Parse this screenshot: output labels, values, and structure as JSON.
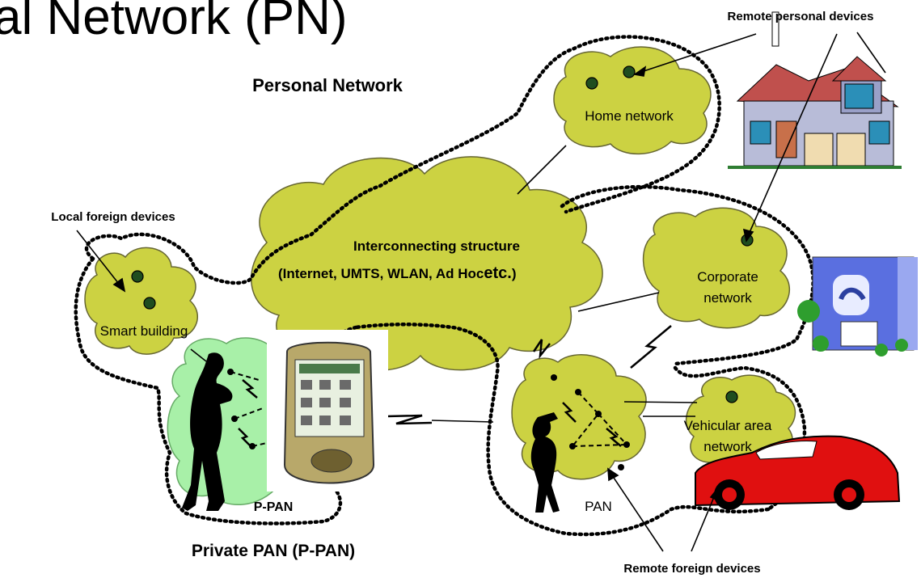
{
  "title_fragment": "al Network (PN)",
  "labels": {
    "remote_personal_devices": "Remote personal devices",
    "personal_network": "Personal Network",
    "home_network": "Home network",
    "local_foreign_devices": "Local foreign devices",
    "interconnecting_line1": "Interconnecting structure",
    "interconnecting_line2_a": "(Internet, UMTS, WLAN, Ad Hoc",
    "interconnecting_line2_b": "etc.",
    "interconnecting_line2_c": ")",
    "corporate_line1": "Corporate",
    "corporate_line2": "network",
    "smart_building": "Smart building",
    "vehicular_line1": "Vehicular area",
    "vehicular_line2": "network",
    "p_pan": "P-PAN",
    "private_pan": "Private PAN (P-PAN)",
    "pan": "PAN",
    "remote_foreign_devices": "Remote foreign devices"
  },
  "colors": {
    "cloud": "#ccd242",
    "ppan_cloud": "#a8f0a8",
    "device_dot": "#1f4d1f",
    "car": "#e01010"
  },
  "icons": [
    "house-icon",
    "office-building-icon",
    "woman-silhouette-icon",
    "man-silhouette-icon",
    "pda-device-icon",
    "sports-car-icon"
  ]
}
